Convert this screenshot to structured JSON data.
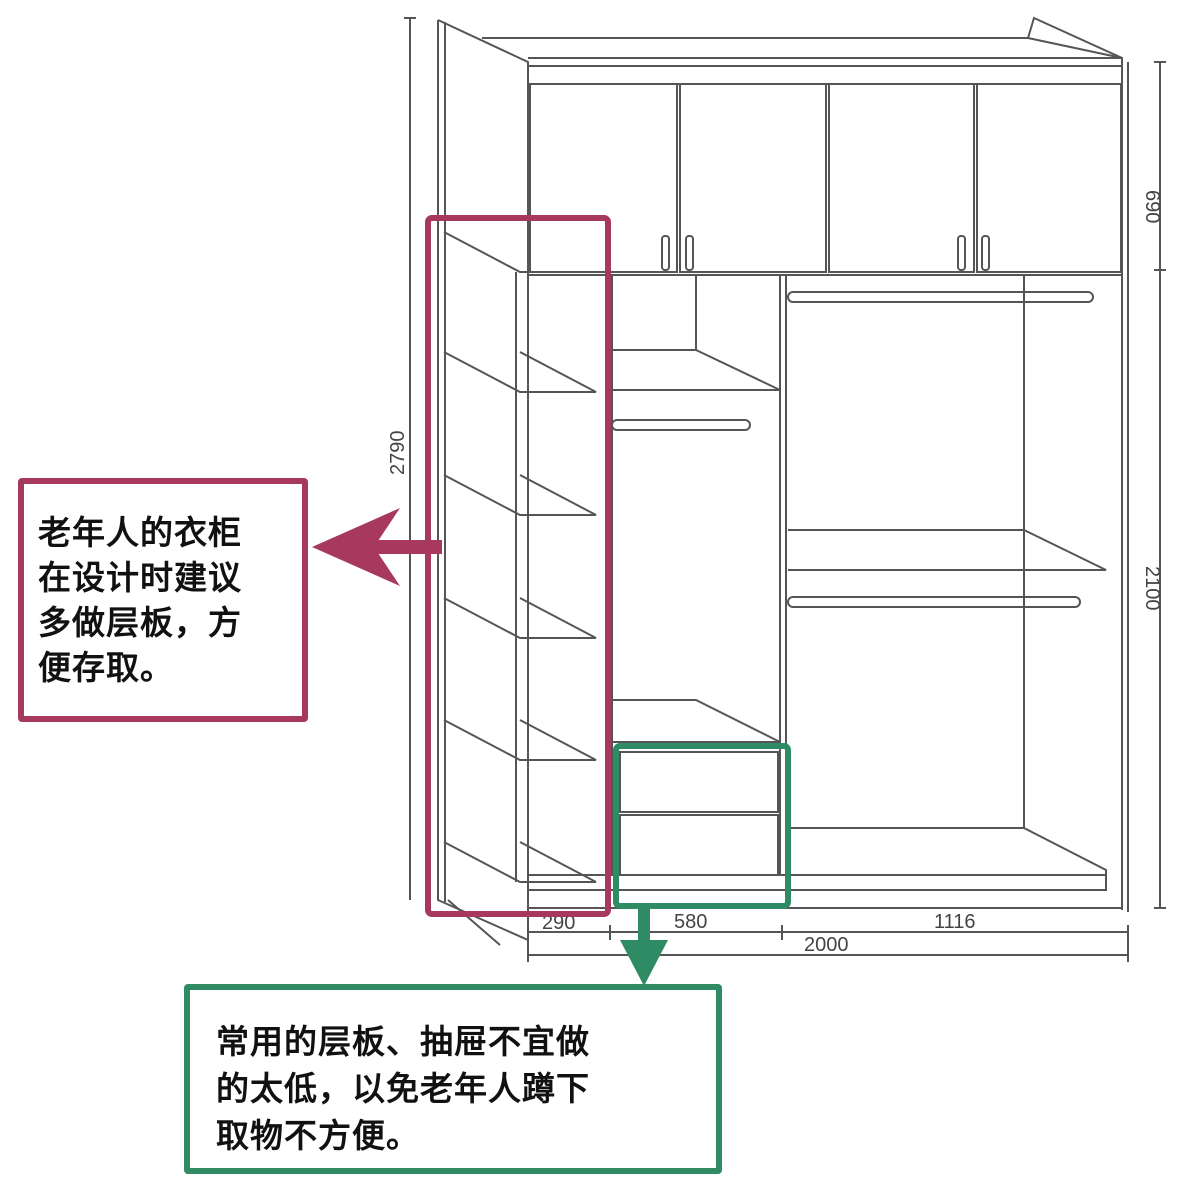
{
  "dimensions": {
    "total_height": "2790",
    "top_section_height": "690",
    "lower_section_height": "2100",
    "left_shelf_width": "290",
    "middle_width": "580",
    "right_width": "1116",
    "total_width": "2000"
  },
  "callouts": {
    "elderly_shelves": "老年人的衣柜\n在设计时建议\n多做层板，方\n便存取。",
    "low_drawers": "常用的层板、抽屉不宜做\n的太低，以免老年人蹲下\n取物不方便。"
  },
  "colors": {
    "red_highlight": "#a8395e",
    "green_highlight": "#2e8b63",
    "line": "#555555"
  }
}
